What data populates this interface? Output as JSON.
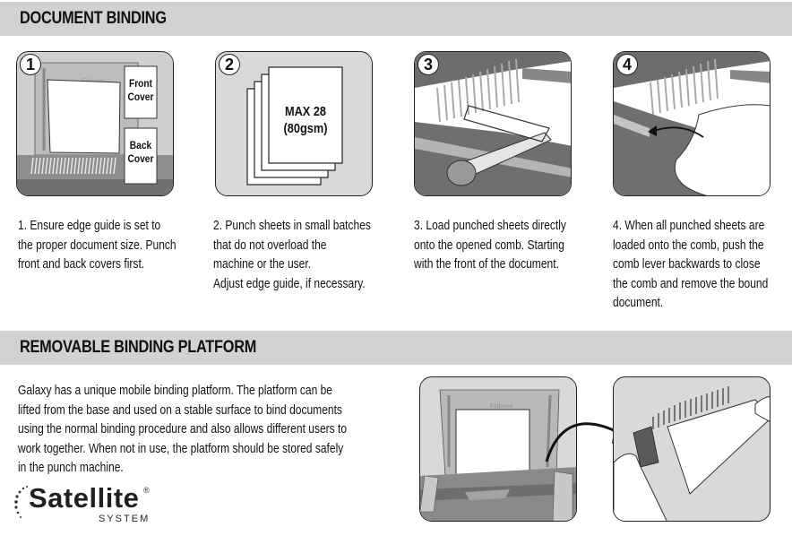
{
  "sections": {
    "document_binding": {
      "title": "DOCUMENT BINDING",
      "steps": [
        {
          "number": "1",
          "labels": [
            "Front\nCover",
            "Back\nCover"
          ],
          "text": "1. Ensure edge guide is set to\nthe proper document size. Punch\nfront and back covers first."
        },
        {
          "number": "2",
          "labels": [
            "MAX 28\n(80gsm)"
          ],
          "text": "2. Punch sheets in small batches\nthat do not overload the\nmachine or the user.\nAdjust edge guide, if necessary."
        },
        {
          "number": "3",
          "text": "3. Load punched sheets directly\nonto the opened comb. Starting\nwith the front of the document."
        },
        {
          "number": "4",
          "text": "4. When all punched sheets are\nloaded onto the comb, push the\ncomb lever backwards to close\nthe comb and remove the bound\ndocument."
        }
      ]
    },
    "removable_platform": {
      "title": "REMOVABLE BINDING PLATFORM",
      "paragraph": "Galaxy has a unique mobile binding platform. The platform can be\nlifted from the base and used on a stable surface to bind documents\nusing the normal binding procedure and also allows different users to\nwork together. When not in use, the platform should be stored safely\nin the punch machine.",
      "logo": {
        "word": "Satellite",
        "registered": "®",
        "subtitle": "SYSTEM"
      }
    }
  },
  "illustrations": {
    "brand_mark": "Fellowes",
    "icons": [
      "binding-machine-illustration",
      "paper-stack-illustration",
      "comb-lever-illustration",
      "hand-pushing-lever-illustration",
      "platform-lift-illustration",
      "arrow-icon"
    ]
  },
  "colors": {
    "header_band": "#d1d2d4",
    "panel_bg": "#d9d9da",
    "text": "#111111"
  }
}
